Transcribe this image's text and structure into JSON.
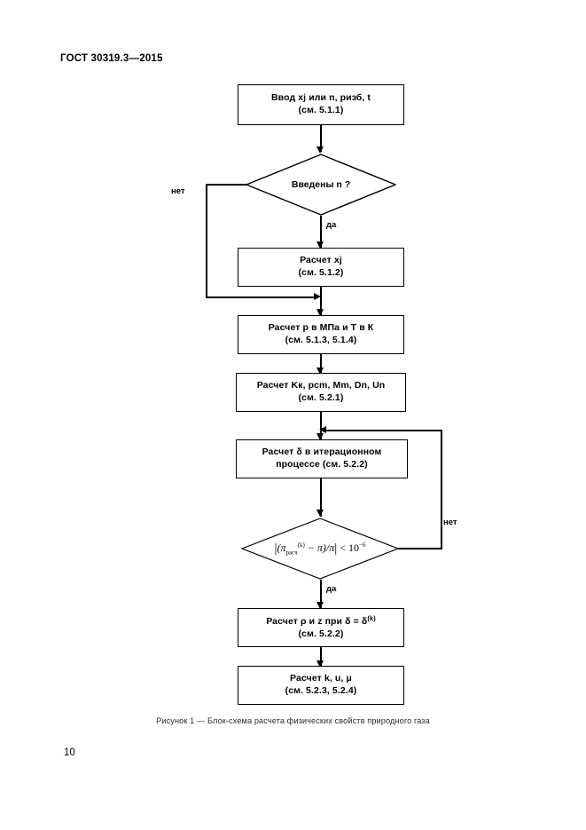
{
  "document": {
    "header": "ГОСТ 30319.3—2015",
    "page_number": "10",
    "figure_caption": "Рисунок 1 — Блок-схема расчета физических свойств природного газа"
  },
  "flowchart": {
    "nodes": [
      {
        "id": "input",
        "type": "process",
        "line1": "Ввод xj или n, pизб, t",
        "line2": "(см. 5.1.1)"
      },
      {
        "id": "decision-n",
        "type": "decision",
        "label": "Введены n ?"
      },
      {
        "id": "calc-xj",
        "type": "process",
        "line1": "Расчет xj",
        "line2": "(см. 5.1.2)"
      },
      {
        "id": "calc-p-t",
        "type": "process",
        "line1": "Расчет p в МПа и Т в К",
        "line2": "(см. 5.1.3, 5.1.4)"
      },
      {
        "id": "calc-kk",
        "type": "process",
        "line1": "Расчет Kк, pсm, Mm, Dn, Un",
        "line2": "(см. 5.2.1)"
      },
      {
        "id": "calc-delta",
        "type": "process",
        "line1": "Расчет δ в итерационном",
        "line2": "процессе (см. 5.2.2)"
      },
      {
        "id": "decision-converge",
        "type": "decision",
        "formula_text": "|(πрасч(k) − π)/π| < 10−6",
        "formula_parts": {
          "open": "|(",
          "var": "π",
          "sub": "расч",
          "sup": "(k)",
          "middle": " − π)/π",
          "close": "|",
          "relation": " < 10",
          "exponent": "−6"
        }
      },
      {
        "id": "calc-rho-z",
        "type": "process",
        "line1": "Расчет ρ и z при δ = δ(k)",
        "line2": "(см. 5.2.2)"
      },
      {
        "id": "calc-k-u-mu",
        "type": "process",
        "line1": "Расчет k, u, μ",
        "line2": "(см. 5.2.3, 5.2.4)"
      }
    ],
    "edge_labels": {
      "no_left": "нет",
      "yes_down": "да",
      "no_right": "нет",
      "yes_down_2": "да"
    }
  }
}
